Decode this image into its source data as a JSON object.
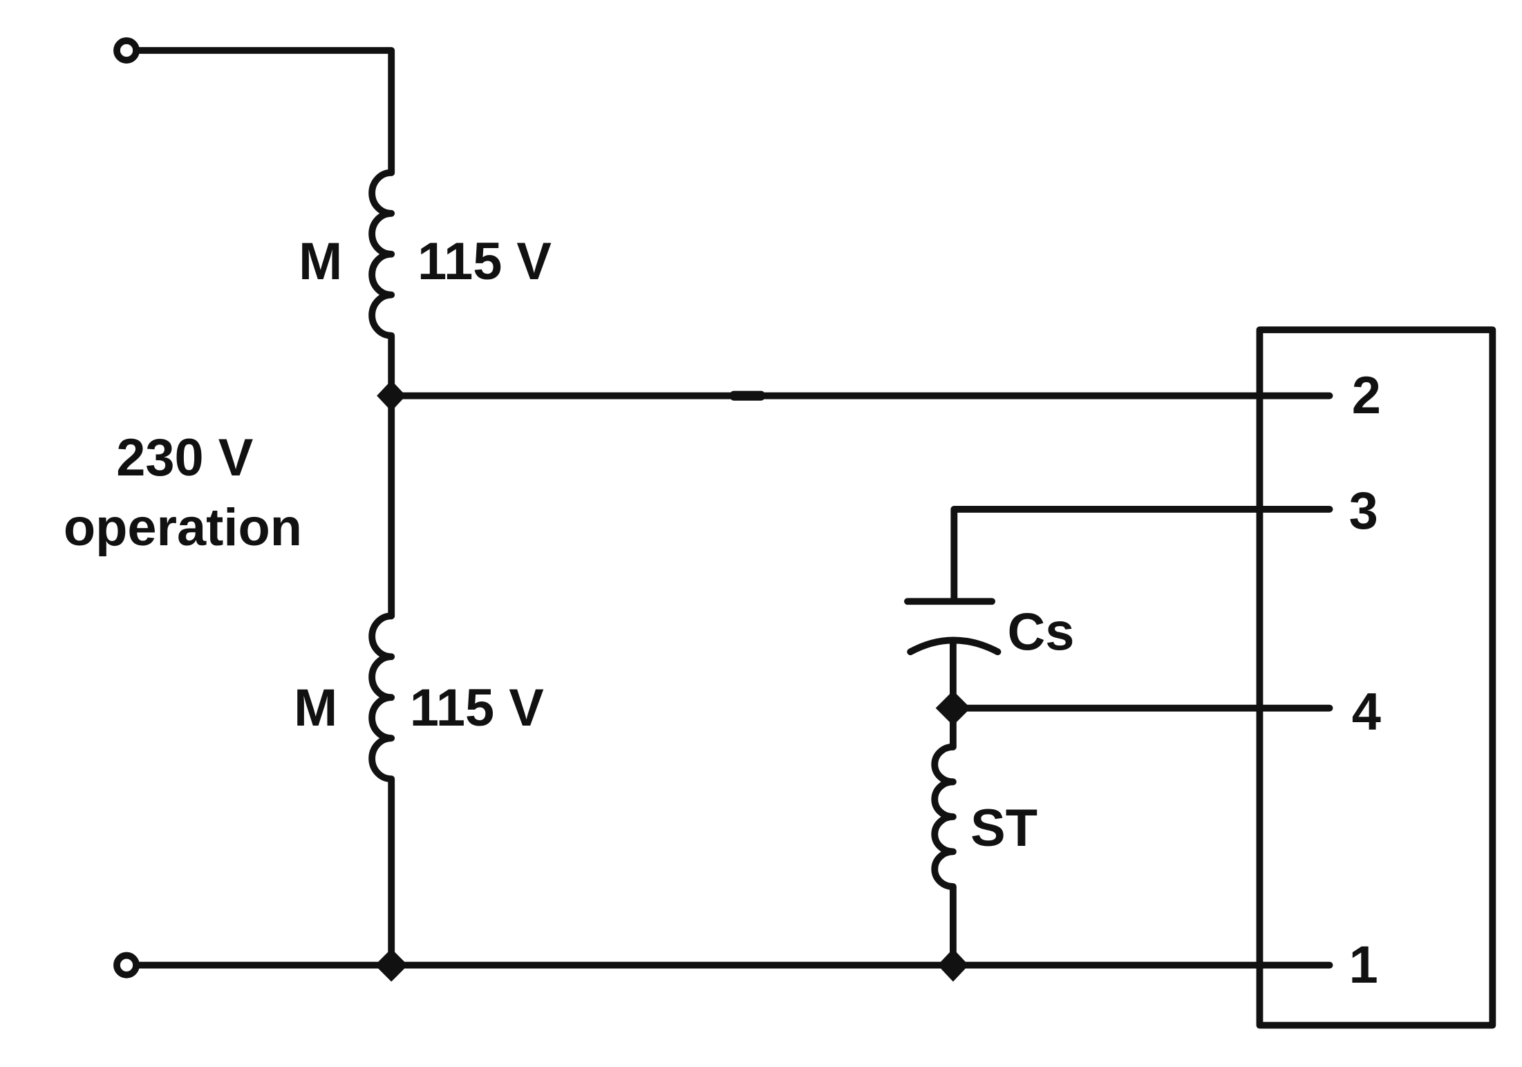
{
  "labels": {
    "main_winding_top_letter": "M",
    "main_winding_top_voltage": "115 V",
    "main_winding_bottom_letter": "M",
    "main_winding_bottom_voltage": "115 V",
    "operation_voltage": "230 V",
    "operation_text": "operation",
    "capacitor": "Cs",
    "start_winding": "ST"
  },
  "terminals": [
    "2",
    "3",
    "4",
    "1"
  ],
  "colors": {
    "ink": "#111111",
    "background": "#ffffff"
  }
}
